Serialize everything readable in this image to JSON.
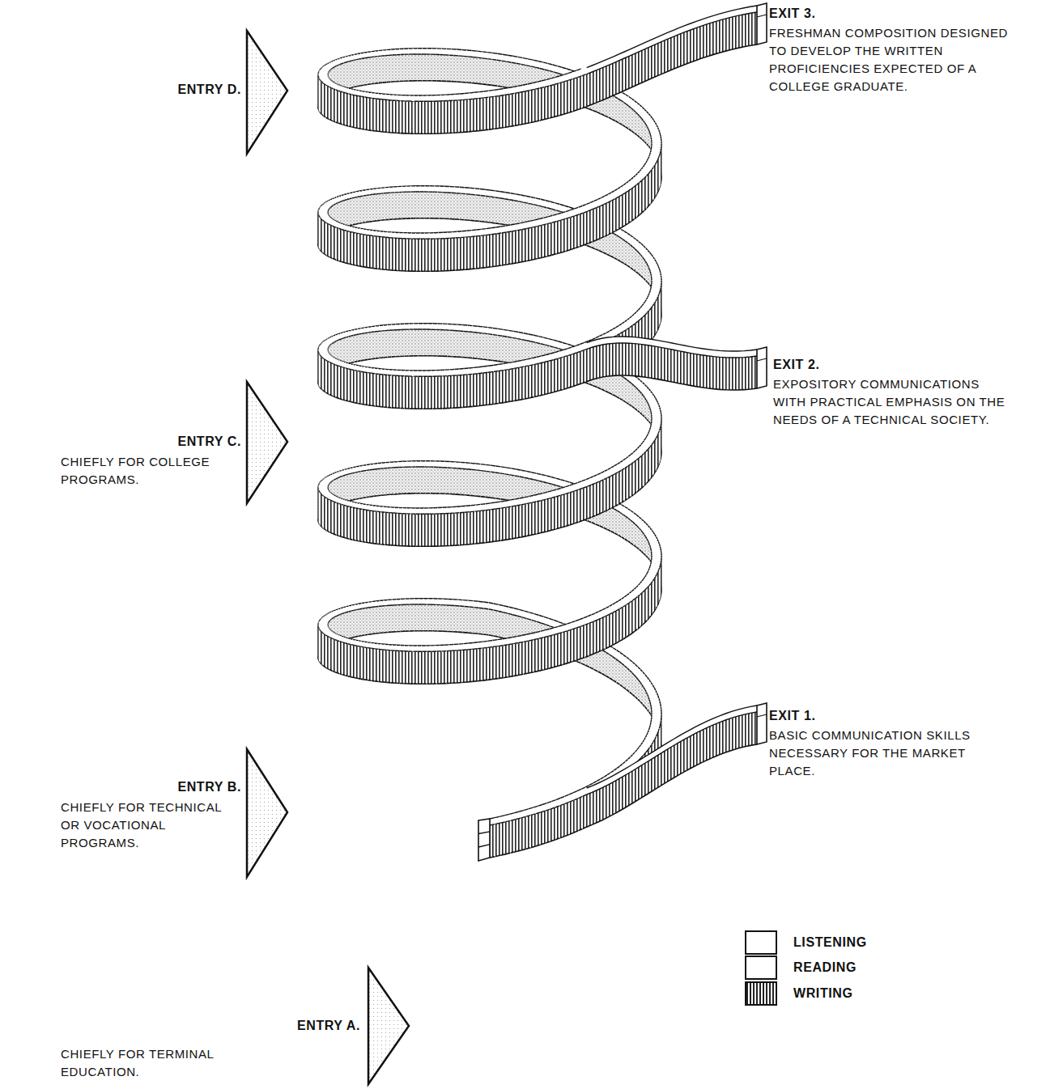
{
  "diagram": {
    "labels": [
      "ENTRY D.",
      "EXIT 3.",
      "FRESHMAN COMPOSITION DESIGNED TO DEVELOP THE WRITTEN PROFICIENCIES EXPECTED OF A COLLEGE GRADUATE.",
      "EXIT 2.",
      "EXPOSITORY COMMUNICATIONS WITH PRACTICAL EMPHASIS ON THE NEEDS OF A TECHNICAL SOCIETY.",
      "ENTRY C.",
      "CHIEFLY FOR COLLEGE PROGRAMS.",
      "EXIT 1.",
      "BASIC COMMUNICATION SKILLS NECESSARY FOR THE MARKET PLACE.",
      "ENTRY B.",
      "CHIEFLY FOR TECHNICAL OR VOCATIONAL PROGRAMS.",
      "ENTRY A.",
      "CHIEFLY FOR TERMINAL EDUCATION."
    ],
    "legend": [
      {
        "text": "LISTENING",
        "color": "#ffffff"
      },
      {
        "text": "READING",
        "color": "#ffffff"
      },
      {
        "text": "WRITING"
      }
    ]
  }
}
